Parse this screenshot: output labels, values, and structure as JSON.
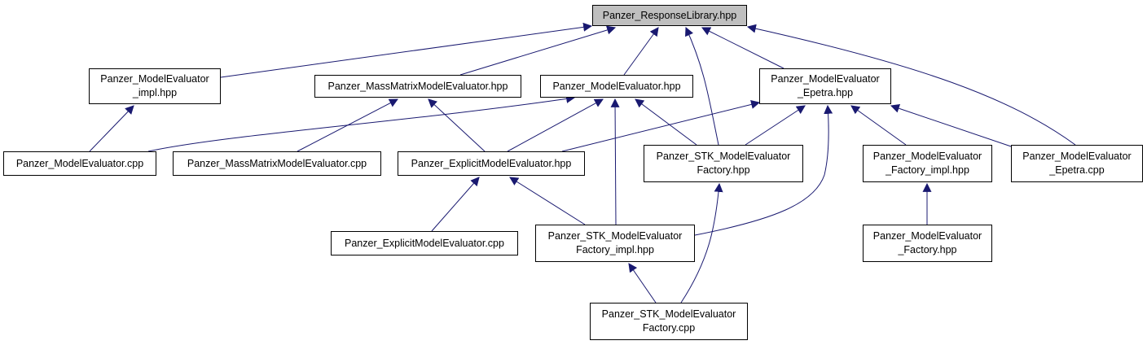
{
  "colors": {
    "edge": "#191970",
    "root_fill": "#bfbfbf",
    "node_fill": "#ffffff",
    "border": "#000000"
  },
  "nodes": {
    "response_library_hpp": "Panzer_ResponseLibrary.hpp",
    "model_evaluator_impl_hpp": "Panzer_ModelEvaluator\n_impl.hpp",
    "mass_matrix_model_evaluator_hpp": "Panzer_MassMatrixModelEvaluator.hpp",
    "model_evaluator_hpp": "Panzer_ModelEvaluator.hpp",
    "model_evaluator_epetra_hpp": "Panzer_ModelEvaluator\n_Epetra.hpp",
    "model_evaluator_cpp": "Panzer_ModelEvaluator.cpp",
    "mass_matrix_model_evaluator_cpp": "Panzer_MassMatrixModelEvaluator.cpp",
    "explicit_model_evaluator_hpp": "Panzer_ExplicitModelEvaluator.hpp",
    "stk_model_evaluator_factory_hpp": "Panzer_STK_ModelEvaluator\nFactory.hpp",
    "model_evaluator_factory_impl_hpp": "Panzer_ModelEvaluator\n_Factory_impl.hpp",
    "model_evaluator_epetra_cpp": "Panzer_ModelEvaluator\n_Epetra.cpp",
    "explicit_model_evaluator_cpp": "Panzer_ExplicitModelEvaluator.cpp",
    "stk_model_evaluator_factory_impl_hpp": "Panzer_STK_ModelEvaluator\nFactory_impl.hpp",
    "model_evaluator_factory_hpp": "Panzer_ModelEvaluator\n_Factory.hpp",
    "stk_model_evaluator_factory_cpp": "Panzer_STK_ModelEvaluator\nFactory.cpp"
  },
  "edges": [
    {
      "from": "model_evaluator_impl_hpp",
      "to": "response_library_hpp"
    },
    {
      "from": "mass_matrix_model_evaluator_hpp",
      "to": "response_library_hpp"
    },
    {
      "from": "model_evaluator_hpp",
      "to": "response_library_hpp"
    },
    {
      "from": "stk_model_evaluator_factory_hpp",
      "to": "response_library_hpp"
    },
    {
      "from": "model_evaluator_epetra_hpp",
      "to": "response_library_hpp"
    },
    {
      "from": "model_evaluator_epetra_cpp",
      "to": "response_library_hpp"
    },
    {
      "from": "model_evaluator_cpp",
      "to": "model_evaluator_impl_hpp"
    },
    {
      "from": "model_evaluator_cpp",
      "to": "model_evaluator_hpp"
    },
    {
      "from": "mass_matrix_model_evaluator_cpp",
      "to": "mass_matrix_model_evaluator_hpp"
    },
    {
      "from": "explicit_model_evaluator_hpp",
      "to": "mass_matrix_model_evaluator_hpp"
    },
    {
      "from": "explicit_model_evaluator_hpp",
      "to": "model_evaluator_hpp"
    },
    {
      "from": "explicit_model_evaluator_hpp",
      "to": "model_evaluator_epetra_hpp"
    },
    {
      "from": "stk_model_evaluator_factory_hpp",
      "to": "model_evaluator_hpp"
    },
    {
      "from": "stk_model_evaluator_factory_impl_hpp",
      "to": "model_evaluator_hpp"
    },
    {
      "from": "stk_model_evaluator_factory_hpp",
      "to": "model_evaluator_epetra_hpp"
    },
    {
      "from": "stk_model_evaluator_factory_impl_hpp",
      "to": "model_evaluator_epetra_hpp"
    },
    {
      "from": "model_evaluator_factory_impl_hpp",
      "to": "model_evaluator_epetra_hpp"
    },
    {
      "from": "model_evaluator_epetra_cpp",
      "to": "model_evaluator_epetra_hpp"
    },
    {
      "from": "explicit_model_evaluator_cpp",
      "to": "explicit_model_evaluator_hpp"
    },
    {
      "from": "stk_model_evaluator_factory_impl_hpp",
      "to": "explicit_model_evaluator_hpp"
    },
    {
      "from": "stk_model_evaluator_factory_cpp",
      "to": "stk_model_evaluator_factory_hpp"
    },
    {
      "from": "stk_model_evaluator_factory_cpp",
      "to": "stk_model_evaluator_factory_impl_hpp"
    },
    {
      "from": "model_evaluator_factory_hpp",
      "to": "model_evaluator_factory_impl_hpp"
    }
  ]
}
